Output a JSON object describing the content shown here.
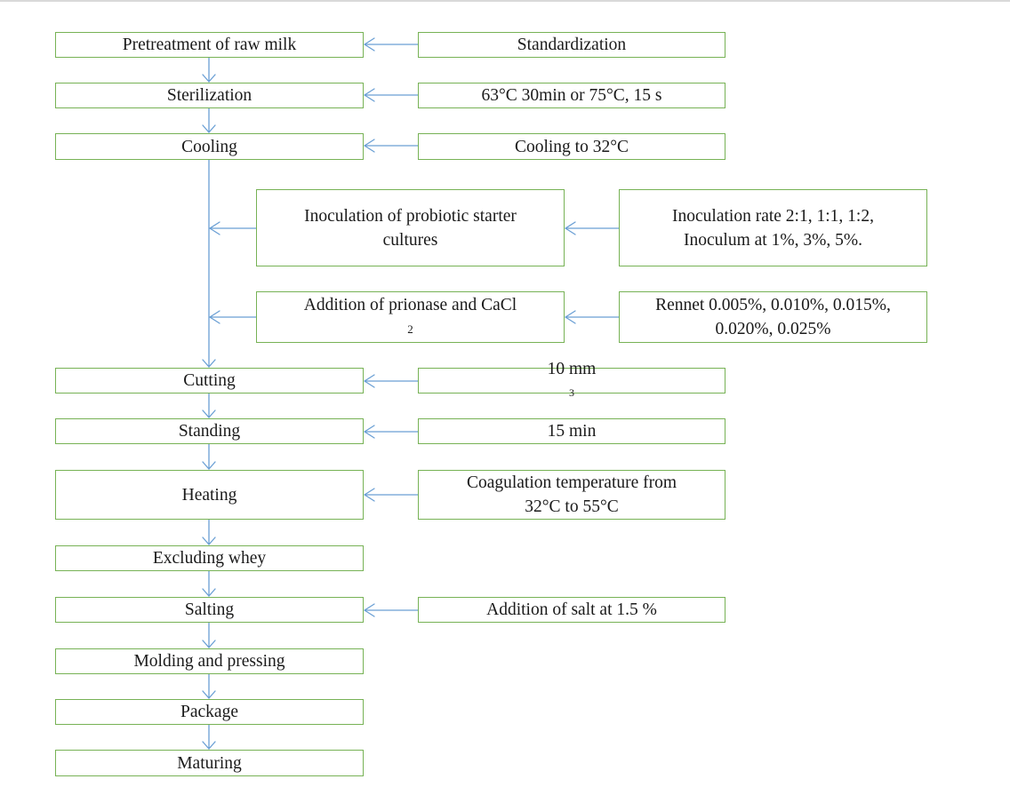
{
  "diagram": {
    "colors": {
      "box_border": "#77b255",
      "arrow": "#6a9fd4"
    },
    "main_steps": [
      "Pretreatment of raw milk",
      "Sterilization",
      "Cooling",
      "Cutting",
      "Standing",
      "Heating",
      "Excluding whey",
      "Salting",
      "Molding and pressing",
      "Package",
      "Maturing"
    ],
    "conditions": {
      "standardization": "Standardization",
      "sterilization_temp": "63°C 30min or 75°C, 15 s",
      "cooling_temp": "Cooling to 32°C",
      "cutting_size_value": "10 mm",
      "cutting_size_exp": "3",
      "standing_time": "15 min",
      "heating_line1": "Coagulation temperature from",
      "heating_line2": "32°C to 55°C",
      "salting": "Addition of salt at 1.5 %"
    },
    "inoculation": {
      "label_line1": "Inoculation of probiotic starter",
      "label_line2": "cultures",
      "detail_line1": "Inoculation rate 2:1, 1:1, 1:2,",
      "detail_line2": "Inoculum at 1%, 3%, 5%."
    },
    "addition": {
      "label_main": "Addition of prionase and CaCl",
      "label_sub": "2",
      "detail_line1": "Rennet 0.005%, 0.010%, 0.015%,",
      "detail_line2": "0.020%, 0.025%"
    }
  }
}
